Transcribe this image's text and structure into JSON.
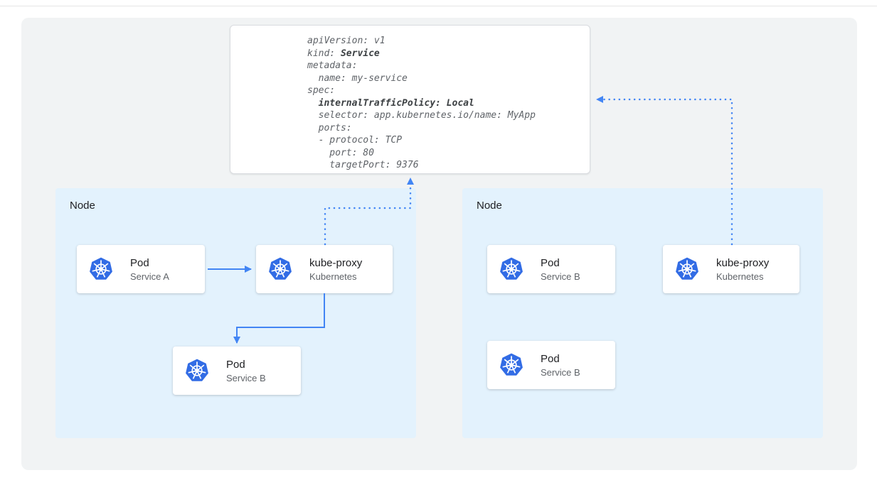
{
  "colors": {
    "accent": "#4285f4",
    "k8s-blue": "#326ce5",
    "node-bg": "#e3f2fd",
    "panel-bg": "#f1f3f4",
    "code-text": "#5f6368",
    "code-bold": "#3c4043",
    "title-text": "#202124",
    "subtitle-text": "#5f6368"
  },
  "code": {
    "lines": [
      {
        "pre": "apiVersion: v1"
      },
      {
        "pre": "kind: ",
        "bold": "Service"
      },
      {
        "pre": "metadata:"
      },
      {
        "pre": "  name: my-service"
      },
      {
        "pre": "spec:"
      },
      {
        "pre": "  ",
        "bold": "internalTrafficPolicy: Local"
      },
      {
        "pre": "  selector: app.kubernetes.io/name: MyApp"
      },
      {
        "pre": "  ports:"
      },
      {
        "pre": "  - protocol: TCP"
      },
      {
        "pre": "    port: 80"
      },
      {
        "pre": "    targetPort: 9376"
      }
    ]
  },
  "nodes": [
    {
      "label": "Node",
      "cards": [
        {
          "title": "Pod",
          "subtitle": "Service A",
          "icon": "kubernetes-icon"
        },
        {
          "title": "kube-proxy",
          "subtitle": "Kubernetes",
          "icon": "kubernetes-icon"
        },
        {
          "title": "Pod",
          "subtitle": "Service B",
          "icon": "kubernetes-icon"
        }
      ]
    },
    {
      "label": "Node",
      "cards": [
        {
          "title": "Pod",
          "subtitle": "Service B",
          "icon": "kubernetes-icon"
        },
        {
          "title": "kube-proxy",
          "subtitle": "Kubernetes",
          "icon": "kubernetes-icon"
        },
        {
          "title": "Pod",
          "subtitle": "Service B",
          "icon": "kubernetes-icon"
        }
      ]
    }
  ]
}
